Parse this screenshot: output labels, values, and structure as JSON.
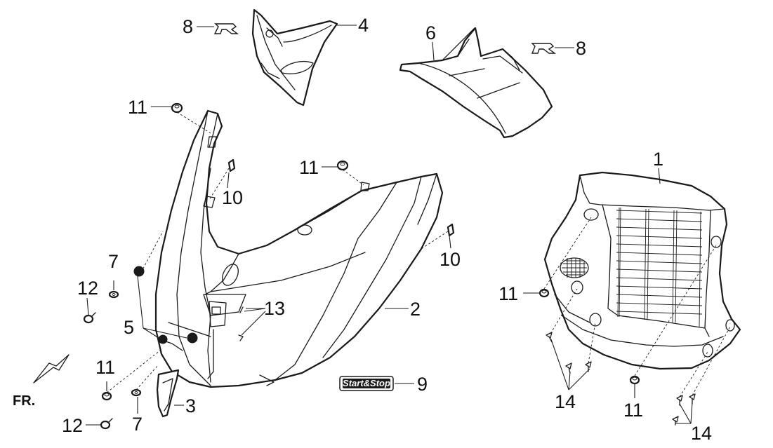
{
  "callouts": {
    "c1": "1",
    "c2": "2",
    "c3": "3",
    "c4": "4",
    "c5": "5",
    "c6": "6",
    "c7a": "7",
    "c7b": "7",
    "c8a": "8",
    "c8b": "8",
    "c9": "9",
    "c10a": "10",
    "c10b": "10",
    "c11a": "11",
    "c11b": "11",
    "c11c": "11",
    "c11d": "11",
    "c11e": "11",
    "c12a": "12",
    "c12b": "12",
    "c13": "13",
    "c14a": "14",
    "c14b": "14"
  },
  "direction_label": "FR.",
  "badge_label": "Start&Stop",
  "icons": [
    "emblem-r-icon",
    "direction-arrow-icon"
  ]
}
